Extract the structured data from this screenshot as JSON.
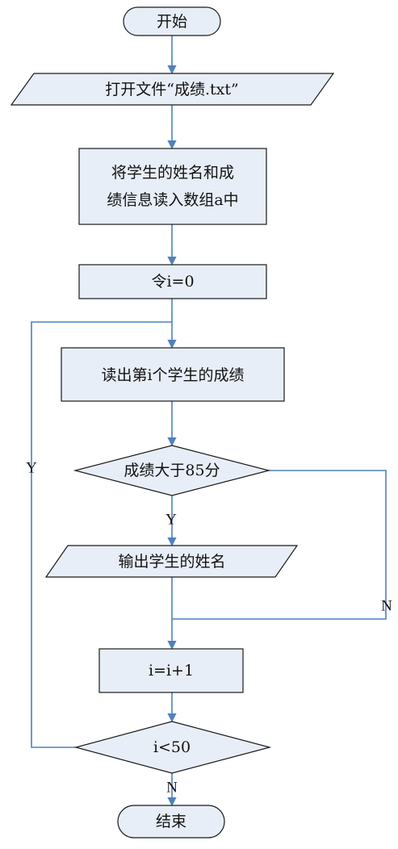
{
  "flowchart": {
    "start": "开始",
    "open_file": "打开文件“成绩.txt”",
    "read_data": [
      "将学生的姓名和成",
      "绩信息读入数组a中"
    ],
    "init": "令i=0",
    "read_score": "读出第i个学生的成绩",
    "condition_score": "成绩大于85分",
    "output_name": "输出学生的姓名",
    "increment": "i=i+1",
    "condition_loop": "i<50",
    "end": "结束"
  },
  "branch_labels": {
    "score_yes": "Y",
    "score_no": "N",
    "loop_yes": "Y",
    "loop_no": "N"
  },
  "colors": {
    "shape_fill": "#e8eef7",
    "connector": "#4f81bd",
    "outline": "#1a1a1a"
  }
}
